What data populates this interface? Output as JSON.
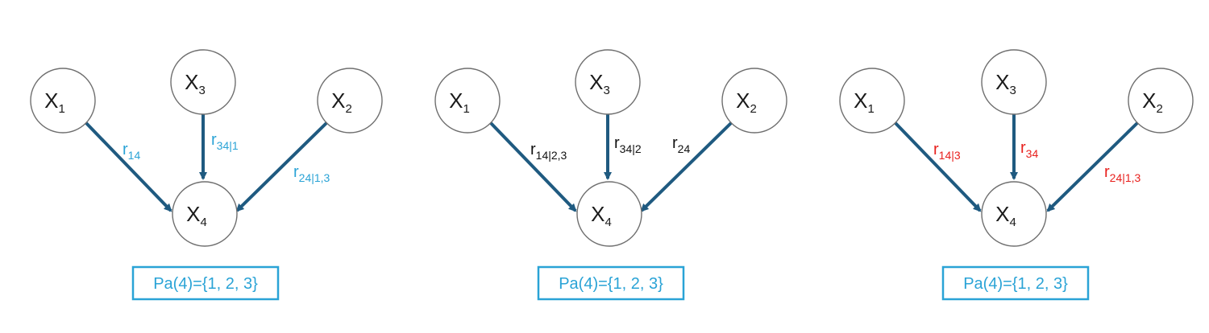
{
  "colors": {
    "edge": "#1f5a80",
    "box_border": "#2aa3d6",
    "box_text": "#2aa3d6",
    "node_border": "#6f6f6f",
    "node_text": "#1a1a1a"
  },
  "panels": [
    {
      "label_color": "#2aa3d6",
      "nodes": {
        "x1": {
          "main": "X",
          "sub": "1"
        },
        "x3": {
          "main": "X",
          "sub": "3"
        },
        "x2": {
          "main": "X",
          "sub": "2"
        },
        "x4": {
          "main": "X",
          "sub": "4"
        }
      },
      "edges": {
        "e1": {
          "main": "r",
          "sub": "14"
        },
        "e3": {
          "main": "r",
          "sub": "34|1"
        },
        "e2": {
          "main": "r",
          "sub": "24|1,3"
        }
      },
      "box": "Pa(4)={1, 2, 3}"
    },
    {
      "label_color": "#111111",
      "nodes": {
        "x1": {
          "main": "X",
          "sub": "1"
        },
        "x3": {
          "main": "X",
          "sub": "3"
        },
        "x2": {
          "main": "X",
          "sub": "2"
        },
        "x4": {
          "main": "X",
          "sub": "4"
        }
      },
      "edges": {
        "e1": {
          "main": "r",
          "sub": "14|2,3"
        },
        "e3": {
          "main": "r",
          "sub": "34|2"
        },
        "e2": {
          "main": "r",
          "sub": "24"
        }
      },
      "box": "Pa(4)={1, 2, 3}"
    },
    {
      "label_color": "#e8201d",
      "nodes": {
        "x1": {
          "main": "X",
          "sub": "1"
        },
        "x3": {
          "main": "X",
          "sub": "3"
        },
        "x2": {
          "main": "X",
          "sub": "2"
        },
        "x4": {
          "main": "X",
          "sub": "4"
        }
      },
      "edges": {
        "e1": {
          "main": "r",
          "sub": "14|3"
        },
        "e3": {
          "main": "r",
          "sub": "34"
        },
        "e2": {
          "main": "r",
          "sub": "24|1,3"
        }
      },
      "box": "Pa(4)={1, 2, 3}"
    }
  ]
}
